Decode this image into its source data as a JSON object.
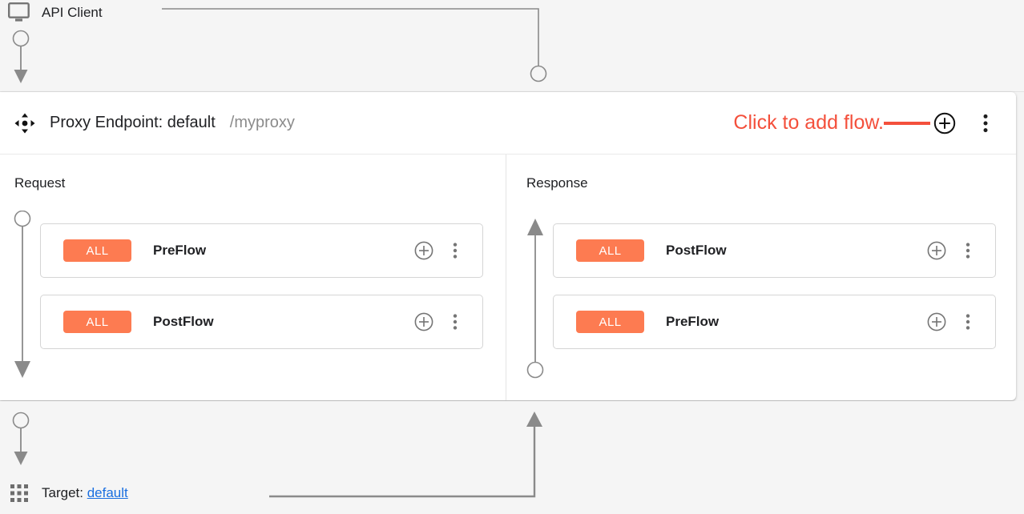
{
  "colors": {
    "badge_orange": "#FD7B51",
    "annotation_red": "#F4503C",
    "link_blue": "#1A6FE0",
    "band_background": "#F5F5F5",
    "card_background": "#FFFFFF",
    "icon_gray": "#757575",
    "connector_gray": "#8A8A8A"
  },
  "top_band": {
    "icon": "monitor-icon",
    "label": "API Client"
  },
  "proxy_card": {
    "drag_icon": "move-icon",
    "title": "Proxy Endpoint: default",
    "basepath": "/myproxy",
    "annotation": {
      "text": "Click to add flow.",
      "leader_line": "red-leader-line",
      "target_icon": "add-circle-icon"
    },
    "add_flow_icon": "add-circle-icon",
    "kebab_icon": "more-vert-icon"
  },
  "columns": [
    {
      "id": "request",
      "title": "Request",
      "direction": "down",
      "rail_icon": "flow-arrow-down",
      "flows": [
        {
          "badge": "ALL",
          "name": "PreFlow",
          "add_icon": "add-circle-icon",
          "kebab_icon": "more-vert-icon"
        },
        {
          "badge": "ALL",
          "name": "PostFlow",
          "add_icon": "add-circle-icon",
          "kebab_icon": "more-vert-icon"
        }
      ]
    },
    {
      "id": "response",
      "title": "Response",
      "direction": "up",
      "rail_icon": "flow-arrow-up",
      "flows": [
        {
          "badge": "ALL",
          "name": "PostFlow",
          "add_icon": "add-circle-icon",
          "kebab_icon": "more-vert-icon"
        },
        {
          "badge": "ALL",
          "name": "PreFlow",
          "add_icon": "add-circle-icon",
          "kebab_icon": "more-vert-icon"
        }
      ]
    }
  ],
  "bottom_band": {
    "icon": "apps-grid-icon",
    "label": "Target:",
    "target_name": "default"
  }
}
